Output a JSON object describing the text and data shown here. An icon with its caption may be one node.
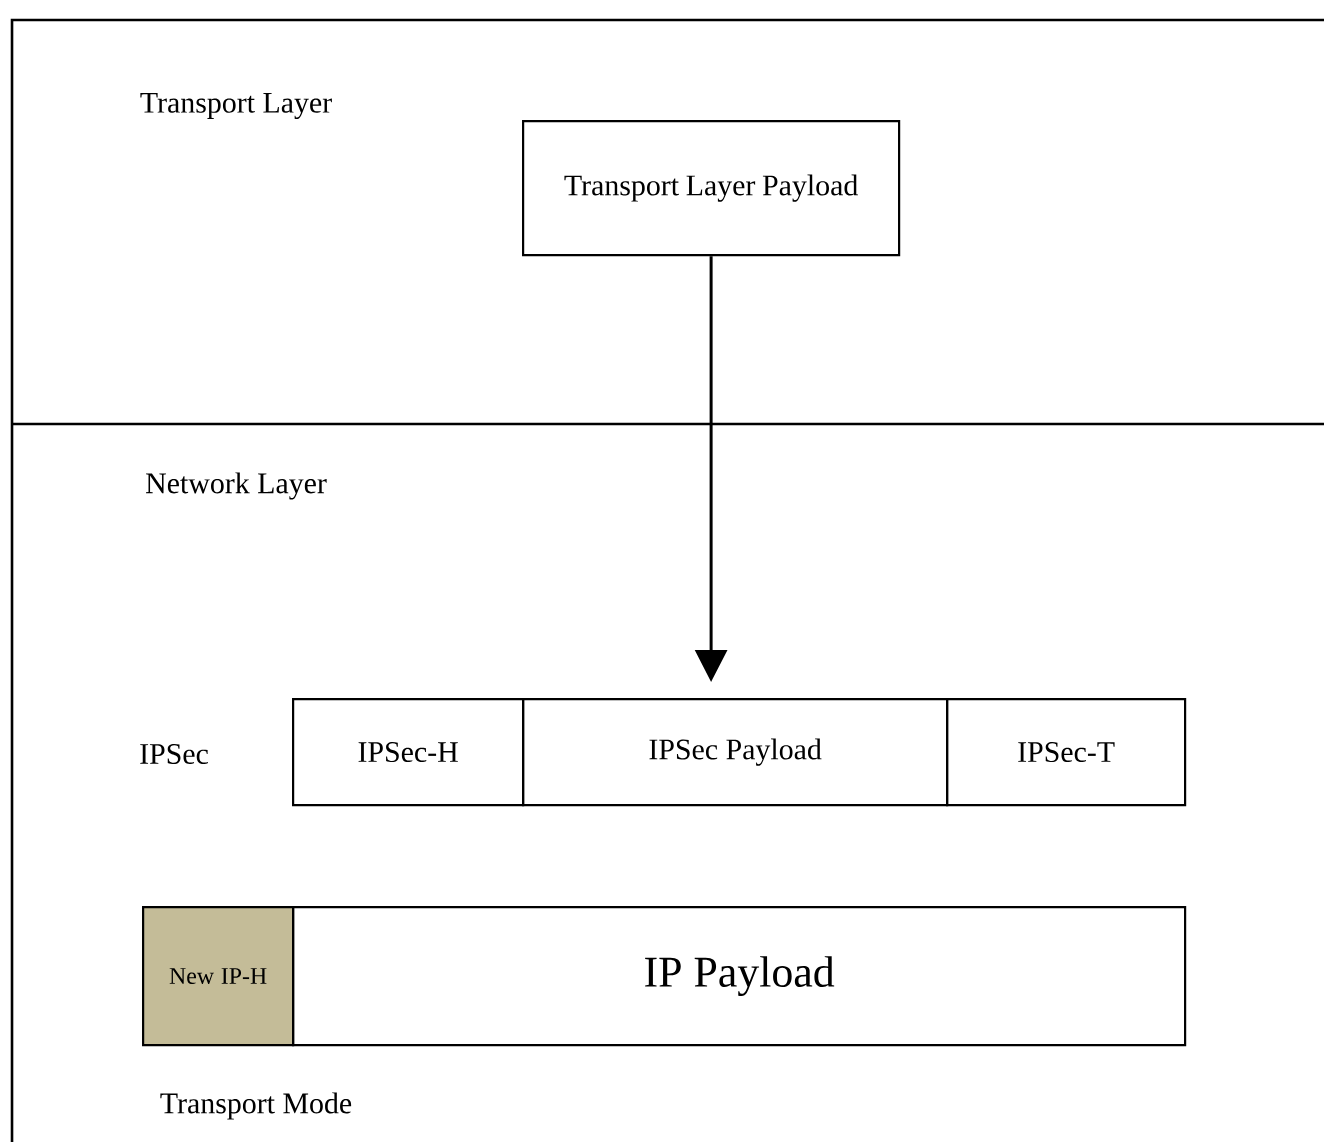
{
  "diagram": {
    "nodes": [
      {
        "text": [
          "Transport Layer Payload"
        ]
      },
      {
        "text": [
          "IPSec-H"
        ]
      },
      {
        "text": [
          "IPSec Payload"
        ]
      },
      {
        "text": [
          "IPSec-T"
        ]
      },
      {
        "text": [
          "New IP-H"
        ]
      },
      {
        "text": [
          "IP   Payload"
        ]
      }
    ],
    "edges": [
      {
        "from": 0,
        "to": 2,
        "arrow": "to"
      }
    ],
    "labels": [
      "Transport Layer",
      "Network Layer",
      "IPSec",
      "Transport Mode"
    ]
  }
}
